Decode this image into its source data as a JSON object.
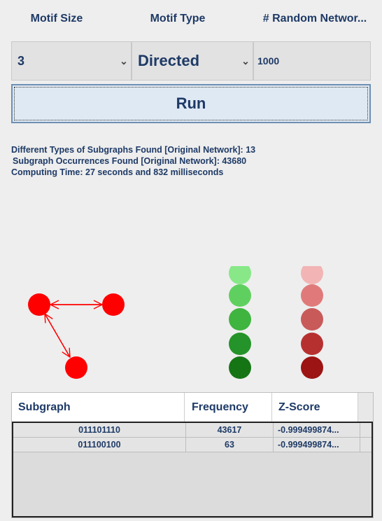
{
  "headers": {
    "motif_size": "Motif Size",
    "motif_type": "Motif Type",
    "random_networks": "# Random Networ..."
  },
  "controls": {
    "motif_size_value": "3",
    "motif_type_value": "Directed",
    "random_networks_value": "1000",
    "run_label": "Run"
  },
  "stats": {
    "line1": "Different Types of Subgraphs Found [Original Network]: 13",
    "line2": "Subgraph Occurrences Found [Original Network]: 43680",
    "line3": "Computing Time: 27 seconds and 832 milliseconds"
  },
  "legend": {
    "green_scale": [
      "#88e888",
      "#5fd05f",
      "#3fb43f",
      "#24932a",
      "#157515"
    ],
    "red_scale": [
      "#f2b4b4",
      "#e07a7a",
      "#c85a5a",
      "#b73030",
      "#9c1414"
    ]
  },
  "motif_graph": {
    "node_color": "#ff0000",
    "edge_color": "#ff0000"
  },
  "table": {
    "columns": [
      "Subgraph",
      "Frequency",
      "Z-Score"
    ],
    "rows": [
      [
        "011101110",
        "43617",
        "-0.999499874..."
      ],
      [
        "011100100",
        "63",
        "-0.999499874..."
      ]
    ]
  }
}
